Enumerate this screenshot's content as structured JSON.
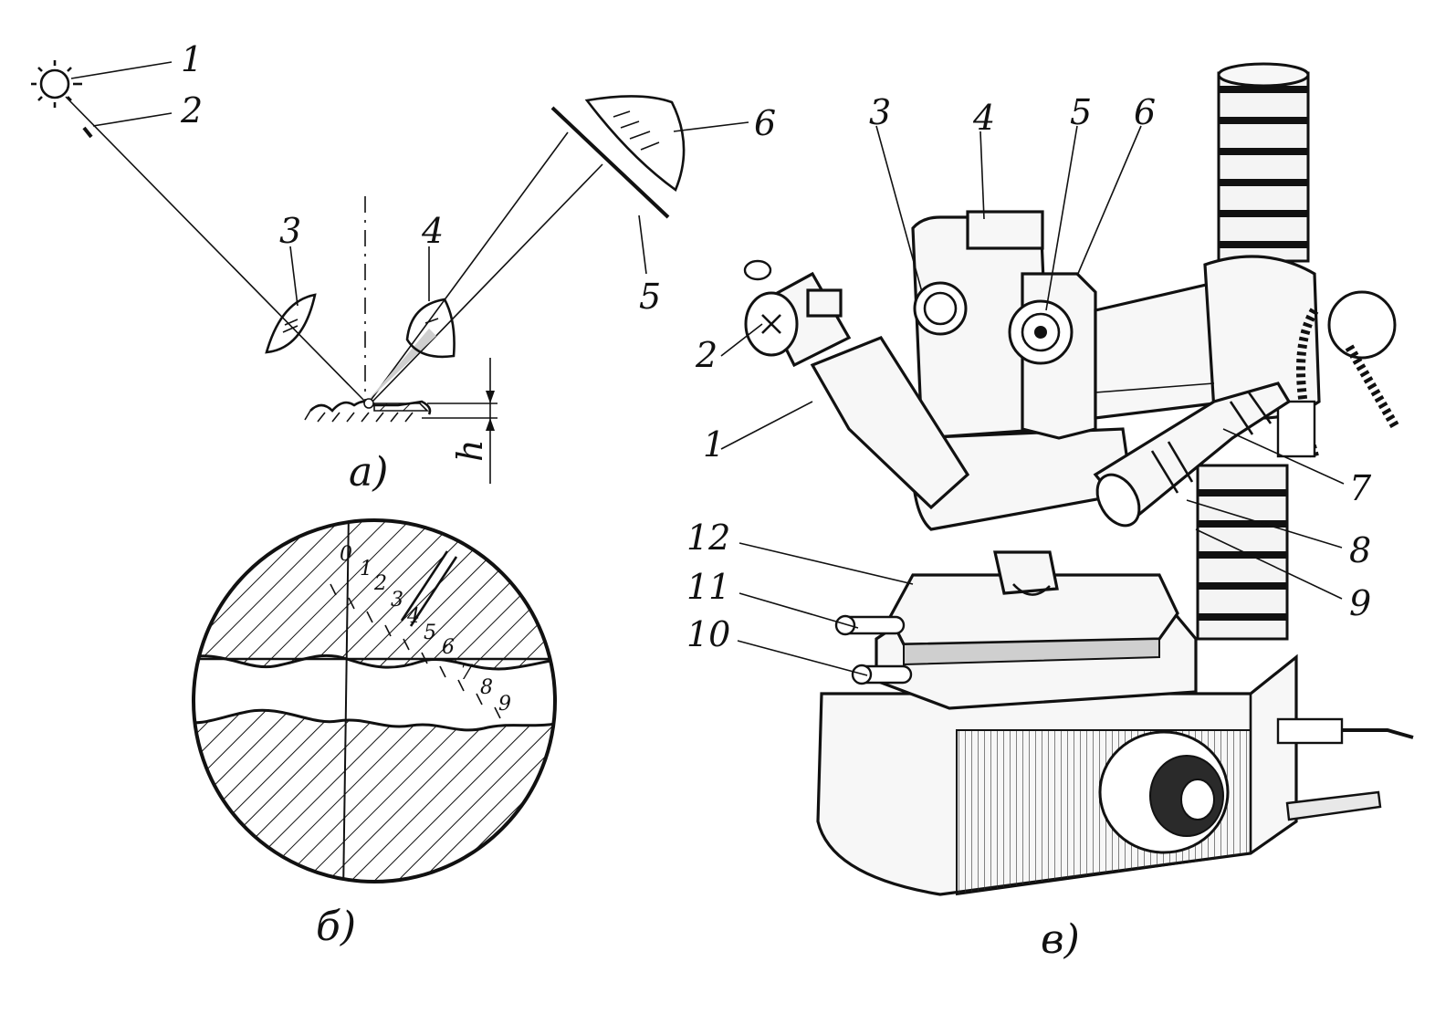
{
  "schematic": {
    "labels": [
      "1",
      "2",
      "3",
      "4",
      "5",
      "6"
    ],
    "height_label": "h",
    "caption": "а)"
  },
  "eyepiece_view": {
    "scale_labels": [
      "0",
      "1",
      "2",
      "3",
      "4",
      "5",
      "6",
      "7",
      "8",
      "9"
    ],
    "caption": "б)"
  },
  "instrument": {
    "labels": [
      "1",
      "2",
      "3",
      "4",
      "5",
      "6",
      "7",
      "8",
      "9",
      "10",
      "11",
      "12"
    ],
    "caption": "в)"
  },
  "colors": {
    "ink": "#111111",
    "paper": "#ffffff"
  }
}
